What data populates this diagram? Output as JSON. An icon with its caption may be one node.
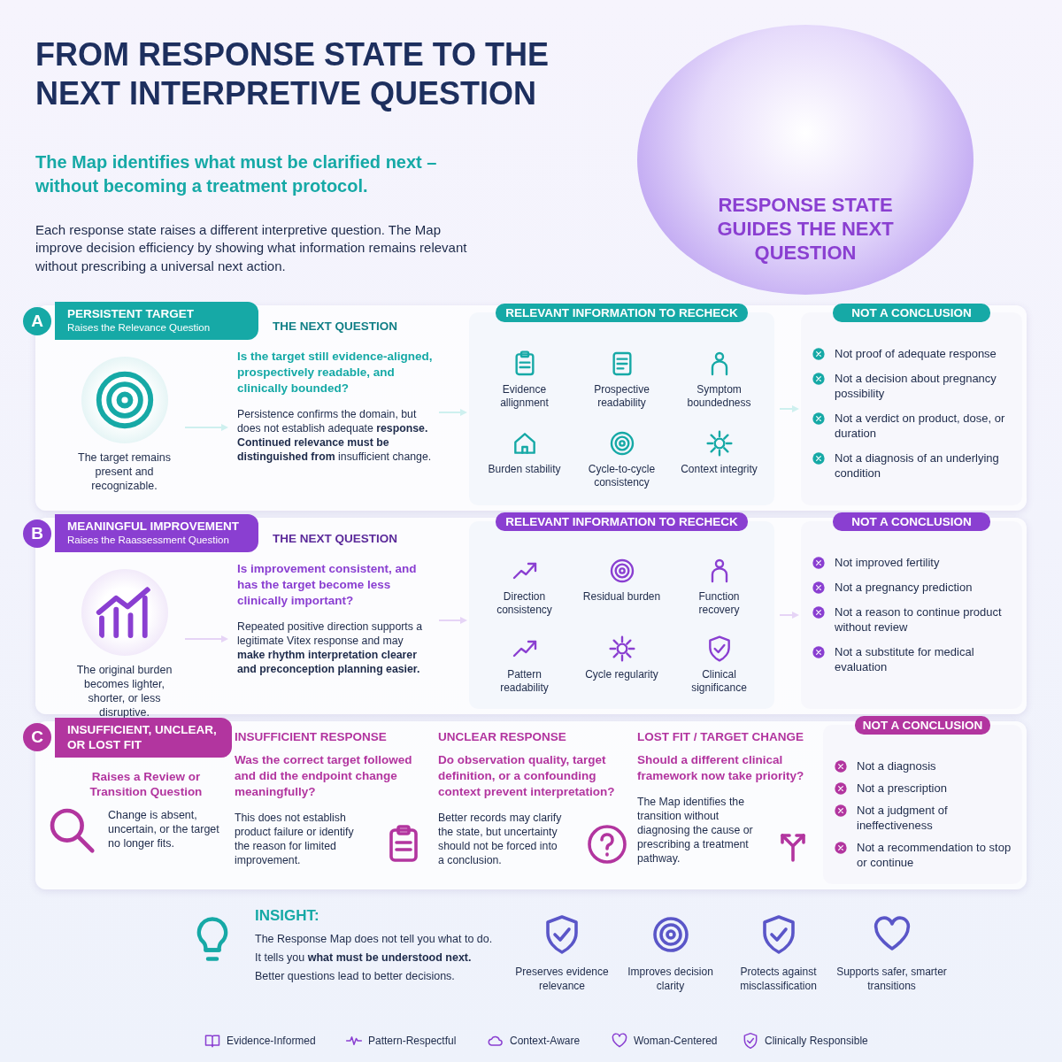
{
  "diagram": {
    "title": "FROM RESPONSE STATE TO THE NEXT INTERPRETIVE QUESTION",
    "nodes": [
      {
        "text": [
          "RESPONSE STATE GUIDES THE NEXT QUESTION"
        ]
      },
      {
        "text": [
          "A",
          "PERSISTENT TARGET",
          "Raises the Relevance Question"
        ]
      },
      {
        "text": [
          "The target remains present and recognizable."
        ],
        "in": 1
      },
      {
        "text": [
          "THE NEXT QUESTION",
          "Is the target still evidence-aligned, prospectively readable, and clinically bounded?",
          "Persistence confirms the domain, but does not establish adequate **response. Continued relevance must be distinguished from** insufficient change."
        ],
        "in": 1
      },
      {
        "text": [
          "RELEVANT INFORMATION TO RECHECK"
        ],
        "in": 1
      },
      {
        "text": [
          "Evidence allignment"
        ],
        "in": 4
      },
      {
        "text": [
          "Prospective readability"
        ],
        "in": 4
      },
      {
        "text": [
          "Symptom boundedness"
        ],
        "in": 4
      },
      {
        "text": [
          "Burden stability"
        ],
        "in": 4
      },
      {
        "text": [
          "Cycle-to-cycle consistency"
        ],
        "in": 4
      },
      {
        "text": [
          "Context integrity"
        ],
        "in": 4
      },
      {
        "text": [
          "NOT A CONCLUSION",
          "Not proof of adequate response",
          "Not a decision about pregnancy possibility",
          "Not a verdict on product, dose, or duration",
          "Not a diagnosis of an underlying condition"
        ],
        "in": 1
      },
      {
        "text": [
          "B",
          "MEANINGFUL IMPROVEMENT",
          "Raises the Raassessment Question"
        ]
      },
      {
        "text": [
          "The original burden becomes lighter, shorter, or less disruptive."
        ],
        "in": 12
      },
      {
        "text": [
          "THE NEXT QUESTION",
          "Is improvement consistent, and has the target become less clinically important?",
          "Repeated positive direction supports a legitimate Vitex response and may **make rhythm interpretation clearer and preconception planning easier.**"
        ],
        "in": 12
      },
      {
        "text": [
          "RELEVANT INFORMATION TO RECHECK"
        ],
        "in": 12
      },
      {
        "text": [
          "Direction consistency"
        ],
        "in": 15
      },
      {
        "text": [
          "Residual burden"
        ],
        "in": 15
      },
      {
        "text": [
          "Function recovery"
        ],
        "in": 15
      },
      {
        "text": [
          "Pattern readability"
        ],
        "in": 15
      },
      {
        "text": [
          "Cycle regularity"
        ],
        "in": 15
      },
      {
        "text": [
          "Clinical significance"
        ],
        "in": 15
      },
      {
        "text": [
          "NOT A CONCLUSION",
          "Not improved fertility",
          "Not a pregnancy prediction",
          "Not a reason to continue product without review",
          "Not a substitute for medical evaluation"
        ],
        "in": 12
      },
      {
        "text": [
          "C",
          "INSUFFICIENT, UNCLEAR, OR LOST FIT",
          "Raises a Review or Transition Question"
        ]
      },
      {
        "text": [
          "Change is absent, uncertain, or the target no longer fits."
        ],
        "in": 23
      },
      {
        "text": [
          "INSUFFICIENT RESPONSE",
          "Was the correct target followed and did the endpoint change meaningfully?",
          "This does not establish product failure or identify the reason for limited improvement."
        ],
        "in": 23
      },
      {
        "text": [
          "UNCLEAR RESPONSE",
          "Do observation quality, target definition, or a confounding context prevent interpretation?",
          "Better records may clarify the state, but uncertainty should not be forced into a conclusion."
        ],
        "in": 23
      },
      {
        "text": [
          "LOST FIT / TARGET CHANGE",
          "Should a different clinical framework now take priority?",
          "The Map identifies the transition without diagnosing the cause or prescribing a treatment pathway."
        ],
        "in": 23
      },
      {
        "text": [
          "NOT A CONCLUSION",
          "Not a diagnosis",
          "Not a prescription",
          "Not a judgment of ineffectiveness",
          "Not a recommendation to stop or continue"
        ],
        "in": 23
      },
      {
        "text": [
          "INSIGHT:",
          "The Response Map does not tell you what to do.",
          "It tells you **what must be understood next.**",
          "Better questions lead to better decisions."
        ]
      }
    ],
    "edges": [
      {
        "from": 2,
        "to": 3,
        "arrow": "to",
        "color": "#3cc2c0"
      },
      {
        "from": 3,
        "to": 4,
        "arrow": "to",
        "color": "#3cc2c0"
      },
      {
        "from": 4,
        "to": 11,
        "arrow": "to",
        "color": "#3cc2c0"
      },
      {
        "from": 13,
        "to": 14,
        "arrow": "to",
        "color": "#9b55d9"
      },
      {
        "from": 14,
        "to": 15,
        "arrow": "to",
        "color": "#9b55d9"
      },
      {
        "from": 15,
        "to": 22,
        "arrow": "to",
        "color": "#9b55d9"
      }
    ],
    "labels": [
      "The Map identifies what must be clarified next – without becoming a treatment protocol.",
      "Each response state raises a different interpretive question. The Map improve decision efficiency by showing what information remains relevant without prescribing a universal next action.",
      "Preserves evidence relevance",
      "Improves decision clarity",
      "Protects against misclassification",
      "Supports safer, smarter transitions",
      "Evidence-Informed",
      "Pattern-Respectful",
      "Context-Aware",
      "Woman-Centered",
      "Clinically Responsible"
    ]
  }
}
